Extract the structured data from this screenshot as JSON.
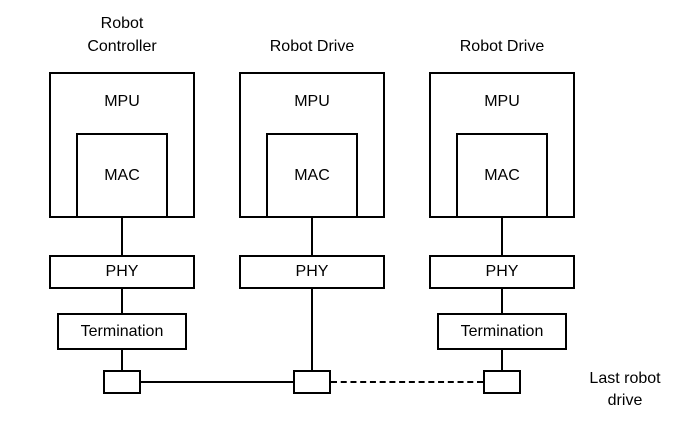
{
  "diagram": {
    "nodes": [
      {
        "title": "Robot\nController",
        "mpu_label": "MPU",
        "mac_label": "MAC",
        "phy_label": "PHY",
        "termination_label": "Termination"
      },
      {
        "title": "Robot Drive",
        "mpu_label": "MPU",
        "mac_label": "MAC",
        "phy_label": "PHY"
      },
      {
        "title": "Robot Drive",
        "mpu_label": "MPU",
        "mac_label": "MAC",
        "phy_label": "PHY",
        "termination_label": "Termination"
      }
    ],
    "annotation": "Last robot\ndrive",
    "colors": {
      "line": "#000000",
      "background": "#ffffff",
      "text": "#000000"
    }
  }
}
